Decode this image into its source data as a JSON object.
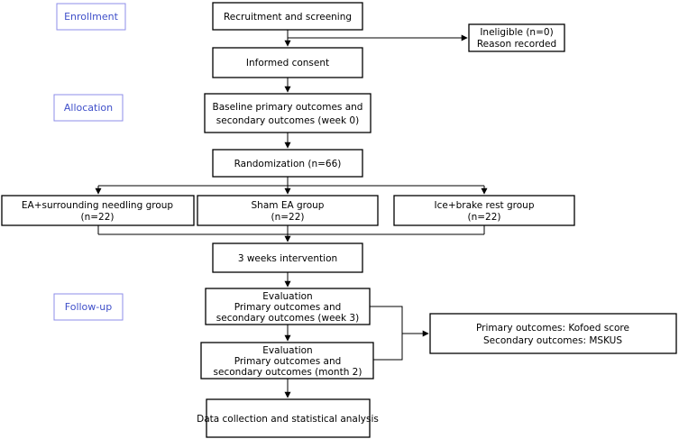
{
  "colors": {
    "stage_text": "#3f4fc9",
    "stage_border": "#8e8ee8",
    "box_border": "#000000"
  },
  "stages": {
    "enrollment": "Enrollment",
    "allocation": "Allocation",
    "followup": "Follow-up"
  },
  "boxes": {
    "recruitment": "Recruitment and screening",
    "ineligible": [
      "Ineligible (n=0)",
      "Reason recorded"
    ],
    "consent": "Informed consent",
    "baseline": [
      "Baseline primary outcomes and",
      "secondary outcomes (week 0)"
    ],
    "randomization": "Randomization (n=66)",
    "group_ea": [
      "EA+surrounding needling group",
      "(n=22)"
    ],
    "group_sham": [
      "Sham EA group",
      "(n=22)"
    ],
    "group_ice": [
      "Ice+brake rest group",
      "(n=22)"
    ],
    "intervention": "3 weeks intervention",
    "eval_week3": [
      "Evaluation",
      "Primary outcomes and",
      "secondary outcomes (week 3)"
    ],
    "eval_month2": [
      "Evaluation",
      "Primary outcomes and",
      "secondary outcomes (month 2)"
    ],
    "outcomes": [
      "Primary outcomes: Kofoed score",
      "Secondary outcomes: MSKUS"
    ],
    "analysis": "Data collection and statistical analysis"
  }
}
